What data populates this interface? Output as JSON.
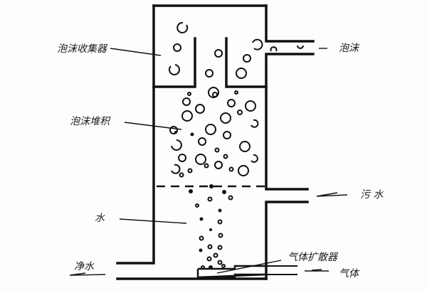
{
  "diagram": {
    "type": "foam-fractionation-schematic",
    "colors": {
      "ink": "#111111",
      "background": "#fdfdfd"
    },
    "labels": {
      "foam_collector": "泡沫收集器",
      "foam_outlet": "泡沫",
      "foam_accumulation": "泡沫堆积",
      "sewage_inlet": "污 水",
      "water": "水",
      "clean_water": "净水",
      "air_diffuser": "气体扩散器",
      "gas_inlet": "气体"
    },
    "flows": [
      {
        "label": "泡沫",
        "direction": "out",
        "side": "right",
        "position": "top"
      },
      {
        "label": "污 水",
        "direction": "in",
        "side": "right",
        "position": "middle"
      },
      {
        "label": "净水",
        "direction": "out",
        "side": "left",
        "position": "bottom"
      },
      {
        "label": "气体",
        "direction": "in",
        "side": "right",
        "position": "bottom"
      }
    ]
  }
}
